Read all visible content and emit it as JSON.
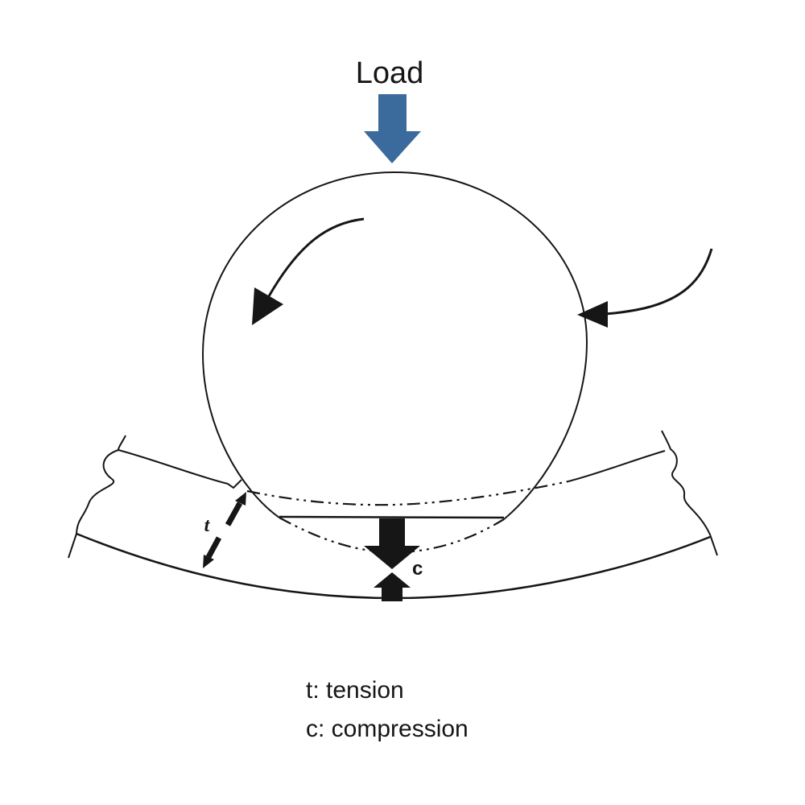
{
  "figure": {
    "load_label": "Load",
    "tension_symbol": "t",
    "compression_symbol": "c"
  },
  "legend": {
    "tension": "t: tension",
    "compression": "c: compression"
  },
  "colors": {
    "load_arrow": "#3A6B9C",
    "ink": "#161616"
  }
}
